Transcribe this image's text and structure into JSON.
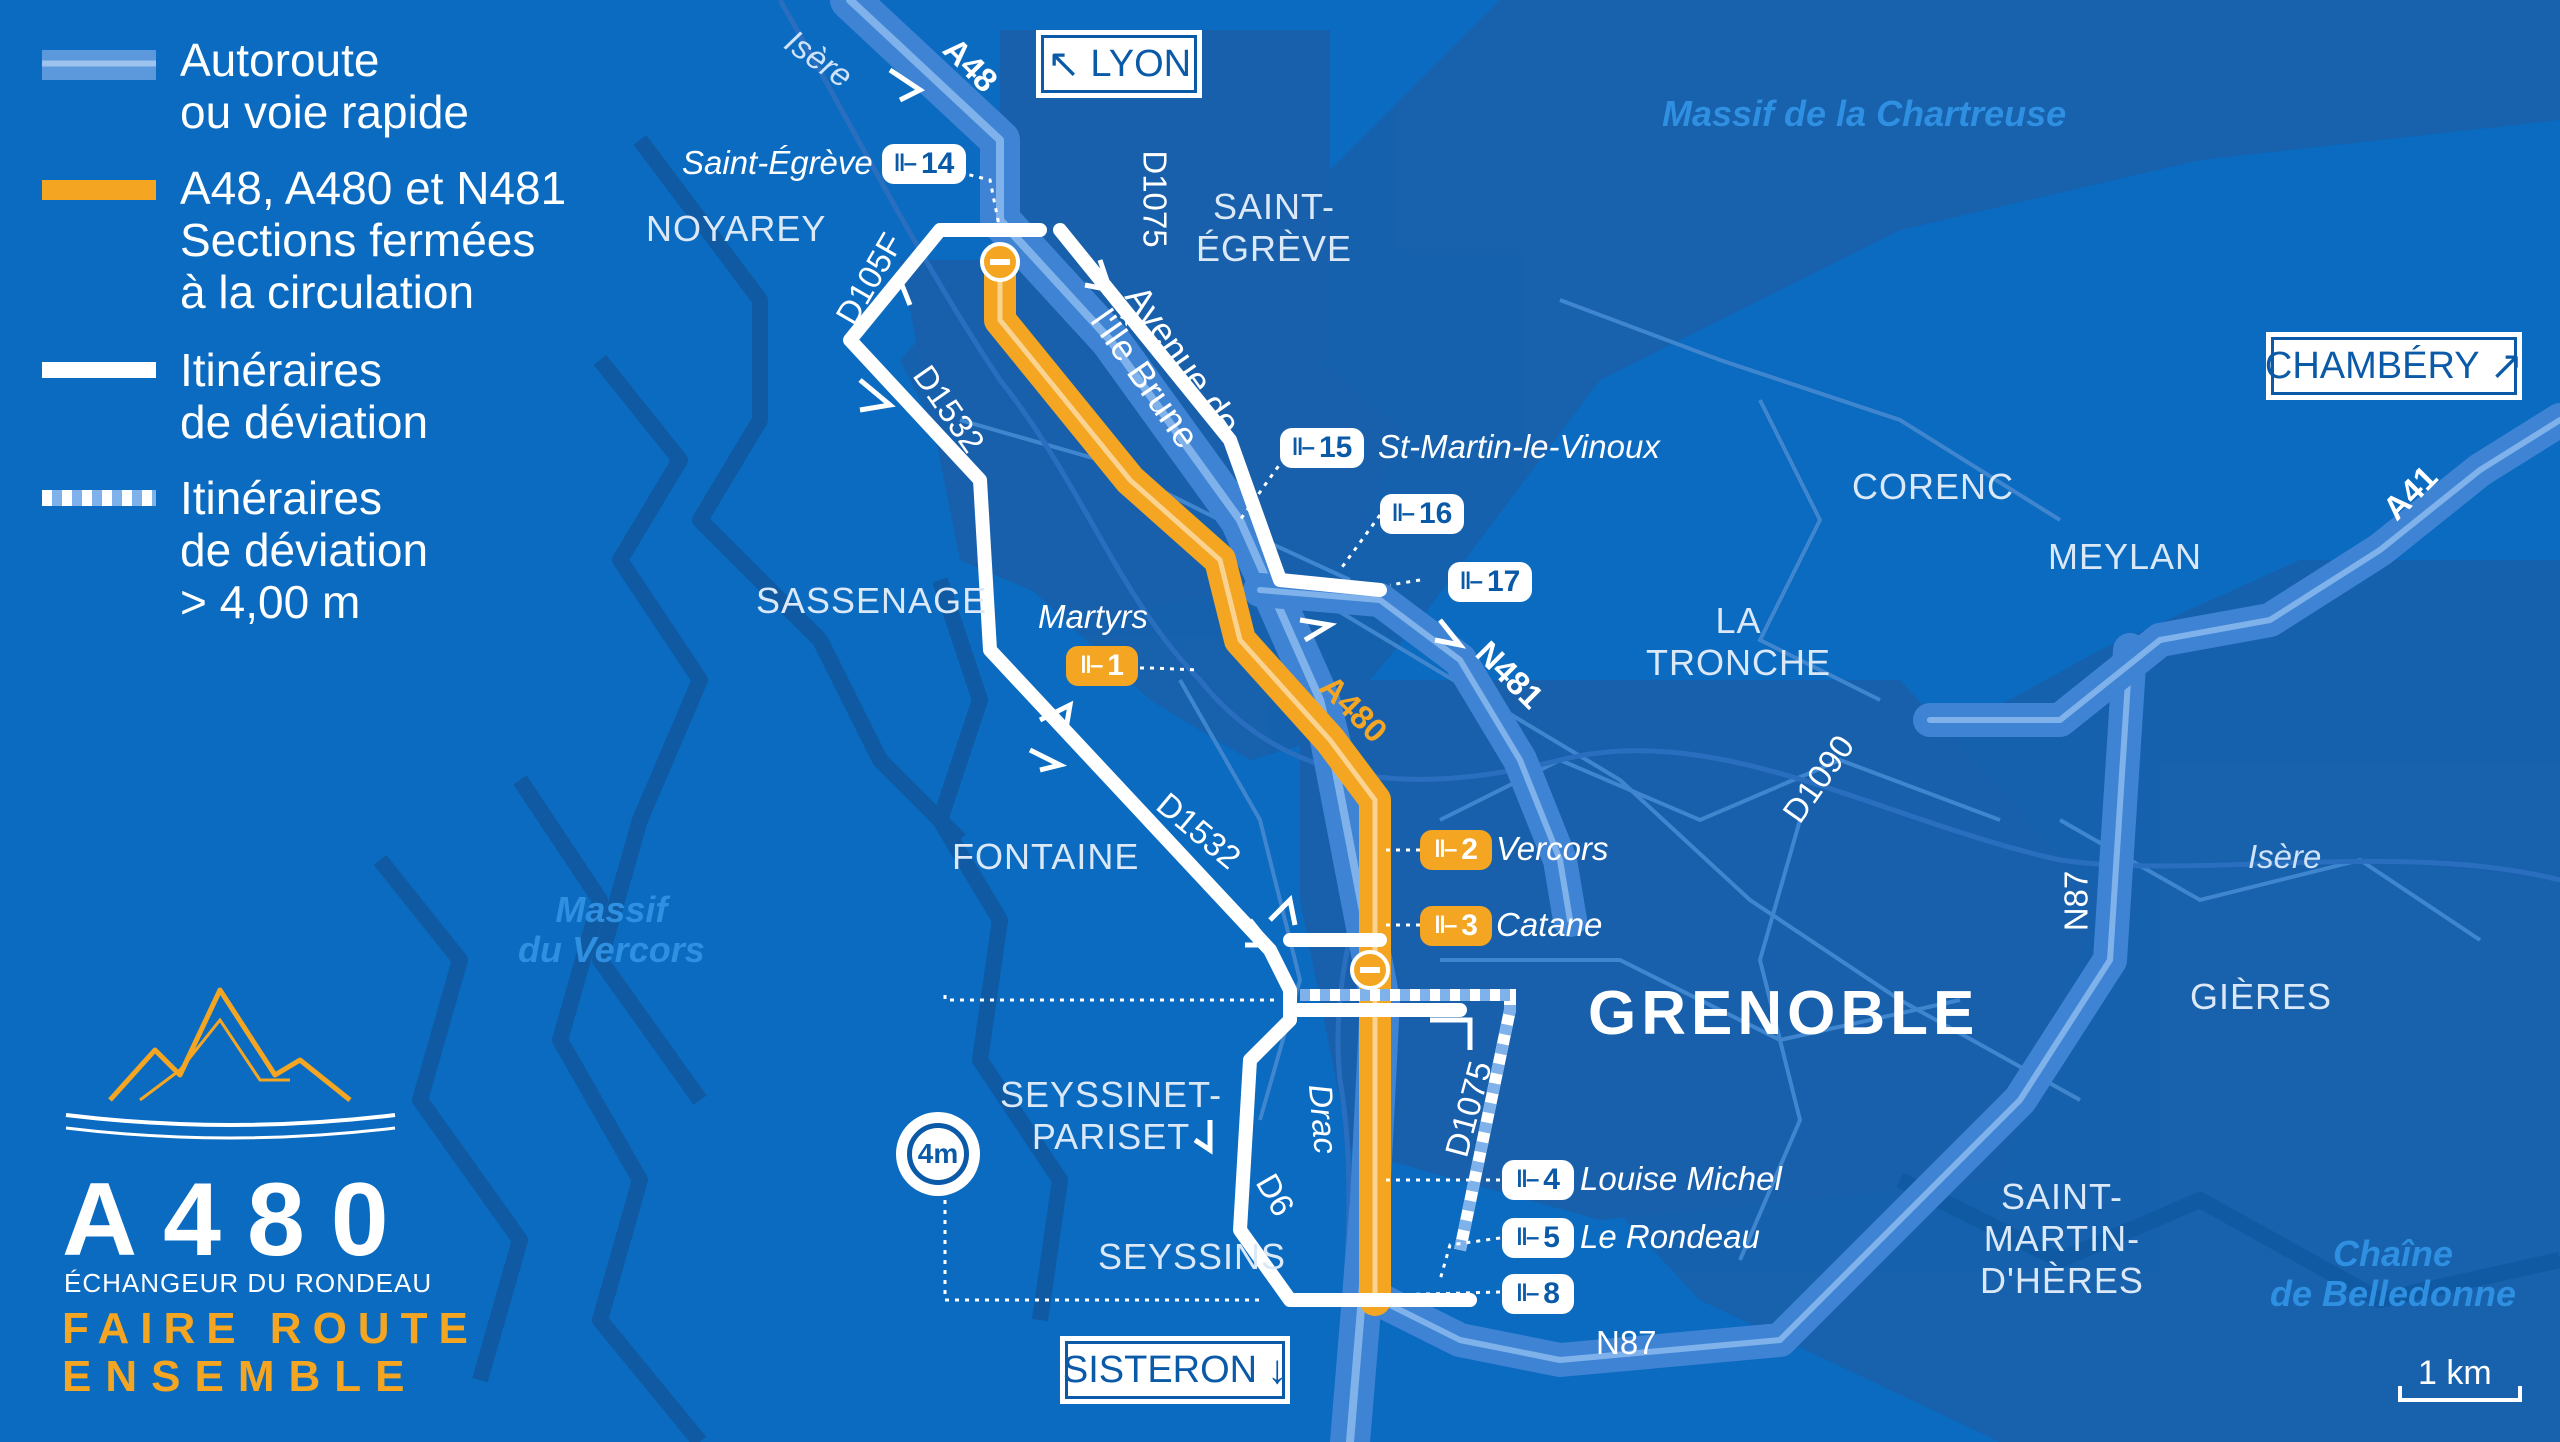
{
  "colors": {
    "background": "#0a6bc0",
    "land": "#1460a8",
    "motorway": "#3a7ccc",
    "closed": "#f4a622",
    "detour": "#ffffff",
    "accent_dark": "#0a5aa8"
  },
  "legend": {
    "motorway_label": "Autoroute\nou voie rapide",
    "closed_label": "A48, A480 et N481\nSections fermées\nà la circulation",
    "detour_label": "Itinéraires\nde déviation",
    "detour_high_label": "Itinéraires\nde déviation\n> 4,00 m"
  },
  "logo": {
    "title": "A480",
    "subtitle": "ÉCHANGEUR DU RONDEAU",
    "tagline_1": "FAIRE ROUTE",
    "tagline_2": "ENSEMBLE",
    "icon": "mountain-icon"
  },
  "directions": {
    "lyon": "LYON",
    "chambery": "CHAMBÉRY",
    "sisteron": "SISTERON"
  },
  "towns": {
    "noyarey": "NOYAREY",
    "saint_egreve": "SAINT-\nÉGRÈVE",
    "sassenage": "SASSENAGE",
    "fontaine": "FONTAINE",
    "seyssinet": "SEYSSINET-\nPARISET",
    "seyssins": "SEYSSINS",
    "grenoble": "GRENOBLE",
    "corenc": "CORENC",
    "meylan": "MEYLAN",
    "la_tronche": "LA\nTRONCHE",
    "gieres": "GIÈRES",
    "smh": "SAINT-\nMARTIN-\nD'HÈRES"
  },
  "massifs": {
    "chartreuse": "Massif de la Chartreuse",
    "vercors": "Massif\ndu Vercors",
    "belledonne": "Chaîne\nde Belledonne"
  },
  "roads": {
    "a48": "A48",
    "a480": "A480",
    "n481": "N481",
    "a41": "A41",
    "d1075_top": "D1075",
    "d105f": "D105F",
    "d1532_a": "D1532",
    "d1532_b": "D1532",
    "avenue": "Avenue de\nl'Île Brune",
    "d1090": "D1090",
    "n87_a": "N87",
    "n87_b": "N87",
    "d1075_b": "D1075",
    "d6": "D6",
    "drac": "Drac",
    "isere_a": "Isère",
    "isere_b": "Isère"
  },
  "exits": [
    {
      "num": "14",
      "name": "Saint-Égrève",
      "style": "white"
    },
    {
      "num": "15",
      "name": "St-Martin-le-Vinoux",
      "style": "white"
    },
    {
      "num": "16",
      "name": "",
      "style": "white"
    },
    {
      "num": "17",
      "name": "",
      "style": "white"
    },
    {
      "num": "1",
      "name": "Martyrs",
      "style": "orange"
    },
    {
      "num": "2",
      "name": "Vercors",
      "style": "orange"
    },
    {
      "num": "3",
      "name": "Catane",
      "style": "orange"
    },
    {
      "num": "4",
      "name": "Louise Michel",
      "style": "white"
    },
    {
      "num": "5",
      "name": "Le Rondeau",
      "style": "white"
    },
    {
      "num": "8",
      "name": "",
      "style": "white"
    }
  ],
  "height_limit": "4m",
  "scale": "1 km"
}
